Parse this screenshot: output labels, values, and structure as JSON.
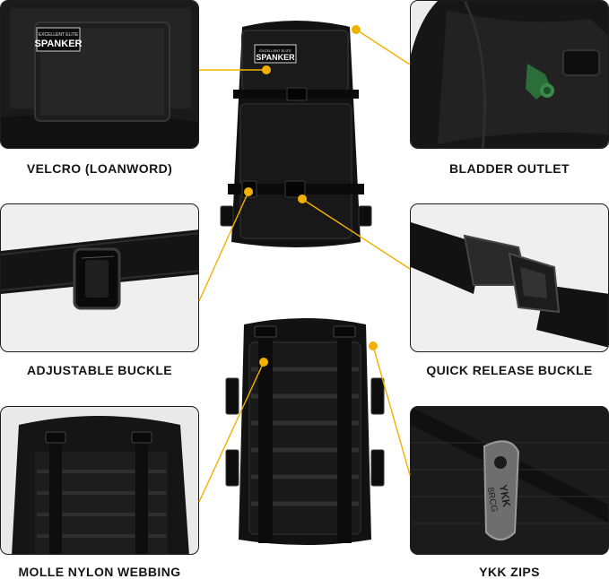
{
  "features": {
    "velcro": "VELCRO (LOANWORD)",
    "bladder": "BLADDER OUTLET",
    "adjustable": "ADJUSTABLE BUCKLE",
    "quick_release": "QUICK RELEASE BUCKLE",
    "molle": "MOLLE NYLON WEBBING",
    "ykk": "YKK ZIPS"
  },
  "logo": {
    "tagline": "EXCELLENT ELITE",
    "brand": "SPANKER"
  },
  "zip_text": {
    "line1": "YKK",
    "line2": "8RCG"
  },
  "colors": {
    "accent": "#f2b100",
    "caption": "#151515"
  }
}
